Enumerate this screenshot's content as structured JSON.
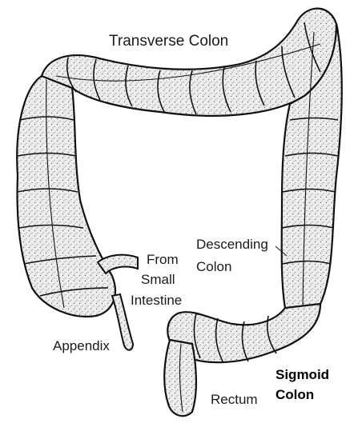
{
  "diagram": {
    "labels": {
      "transverse_colon": "Transverse Colon",
      "from": "From",
      "small": "Small",
      "intestine": "Intestine",
      "descending": "Descending",
      "colon_descending": "Colon",
      "appendix": "Appendix",
      "rectum": "Rectum",
      "sigmoid": "Sigmoid",
      "colon_sigmoid": "Colon"
    },
    "colors": {
      "outline": "#111111",
      "tissue": "#ededed",
      "stipple": "#6a6a6a",
      "background": "#ffffff"
    }
  }
}
